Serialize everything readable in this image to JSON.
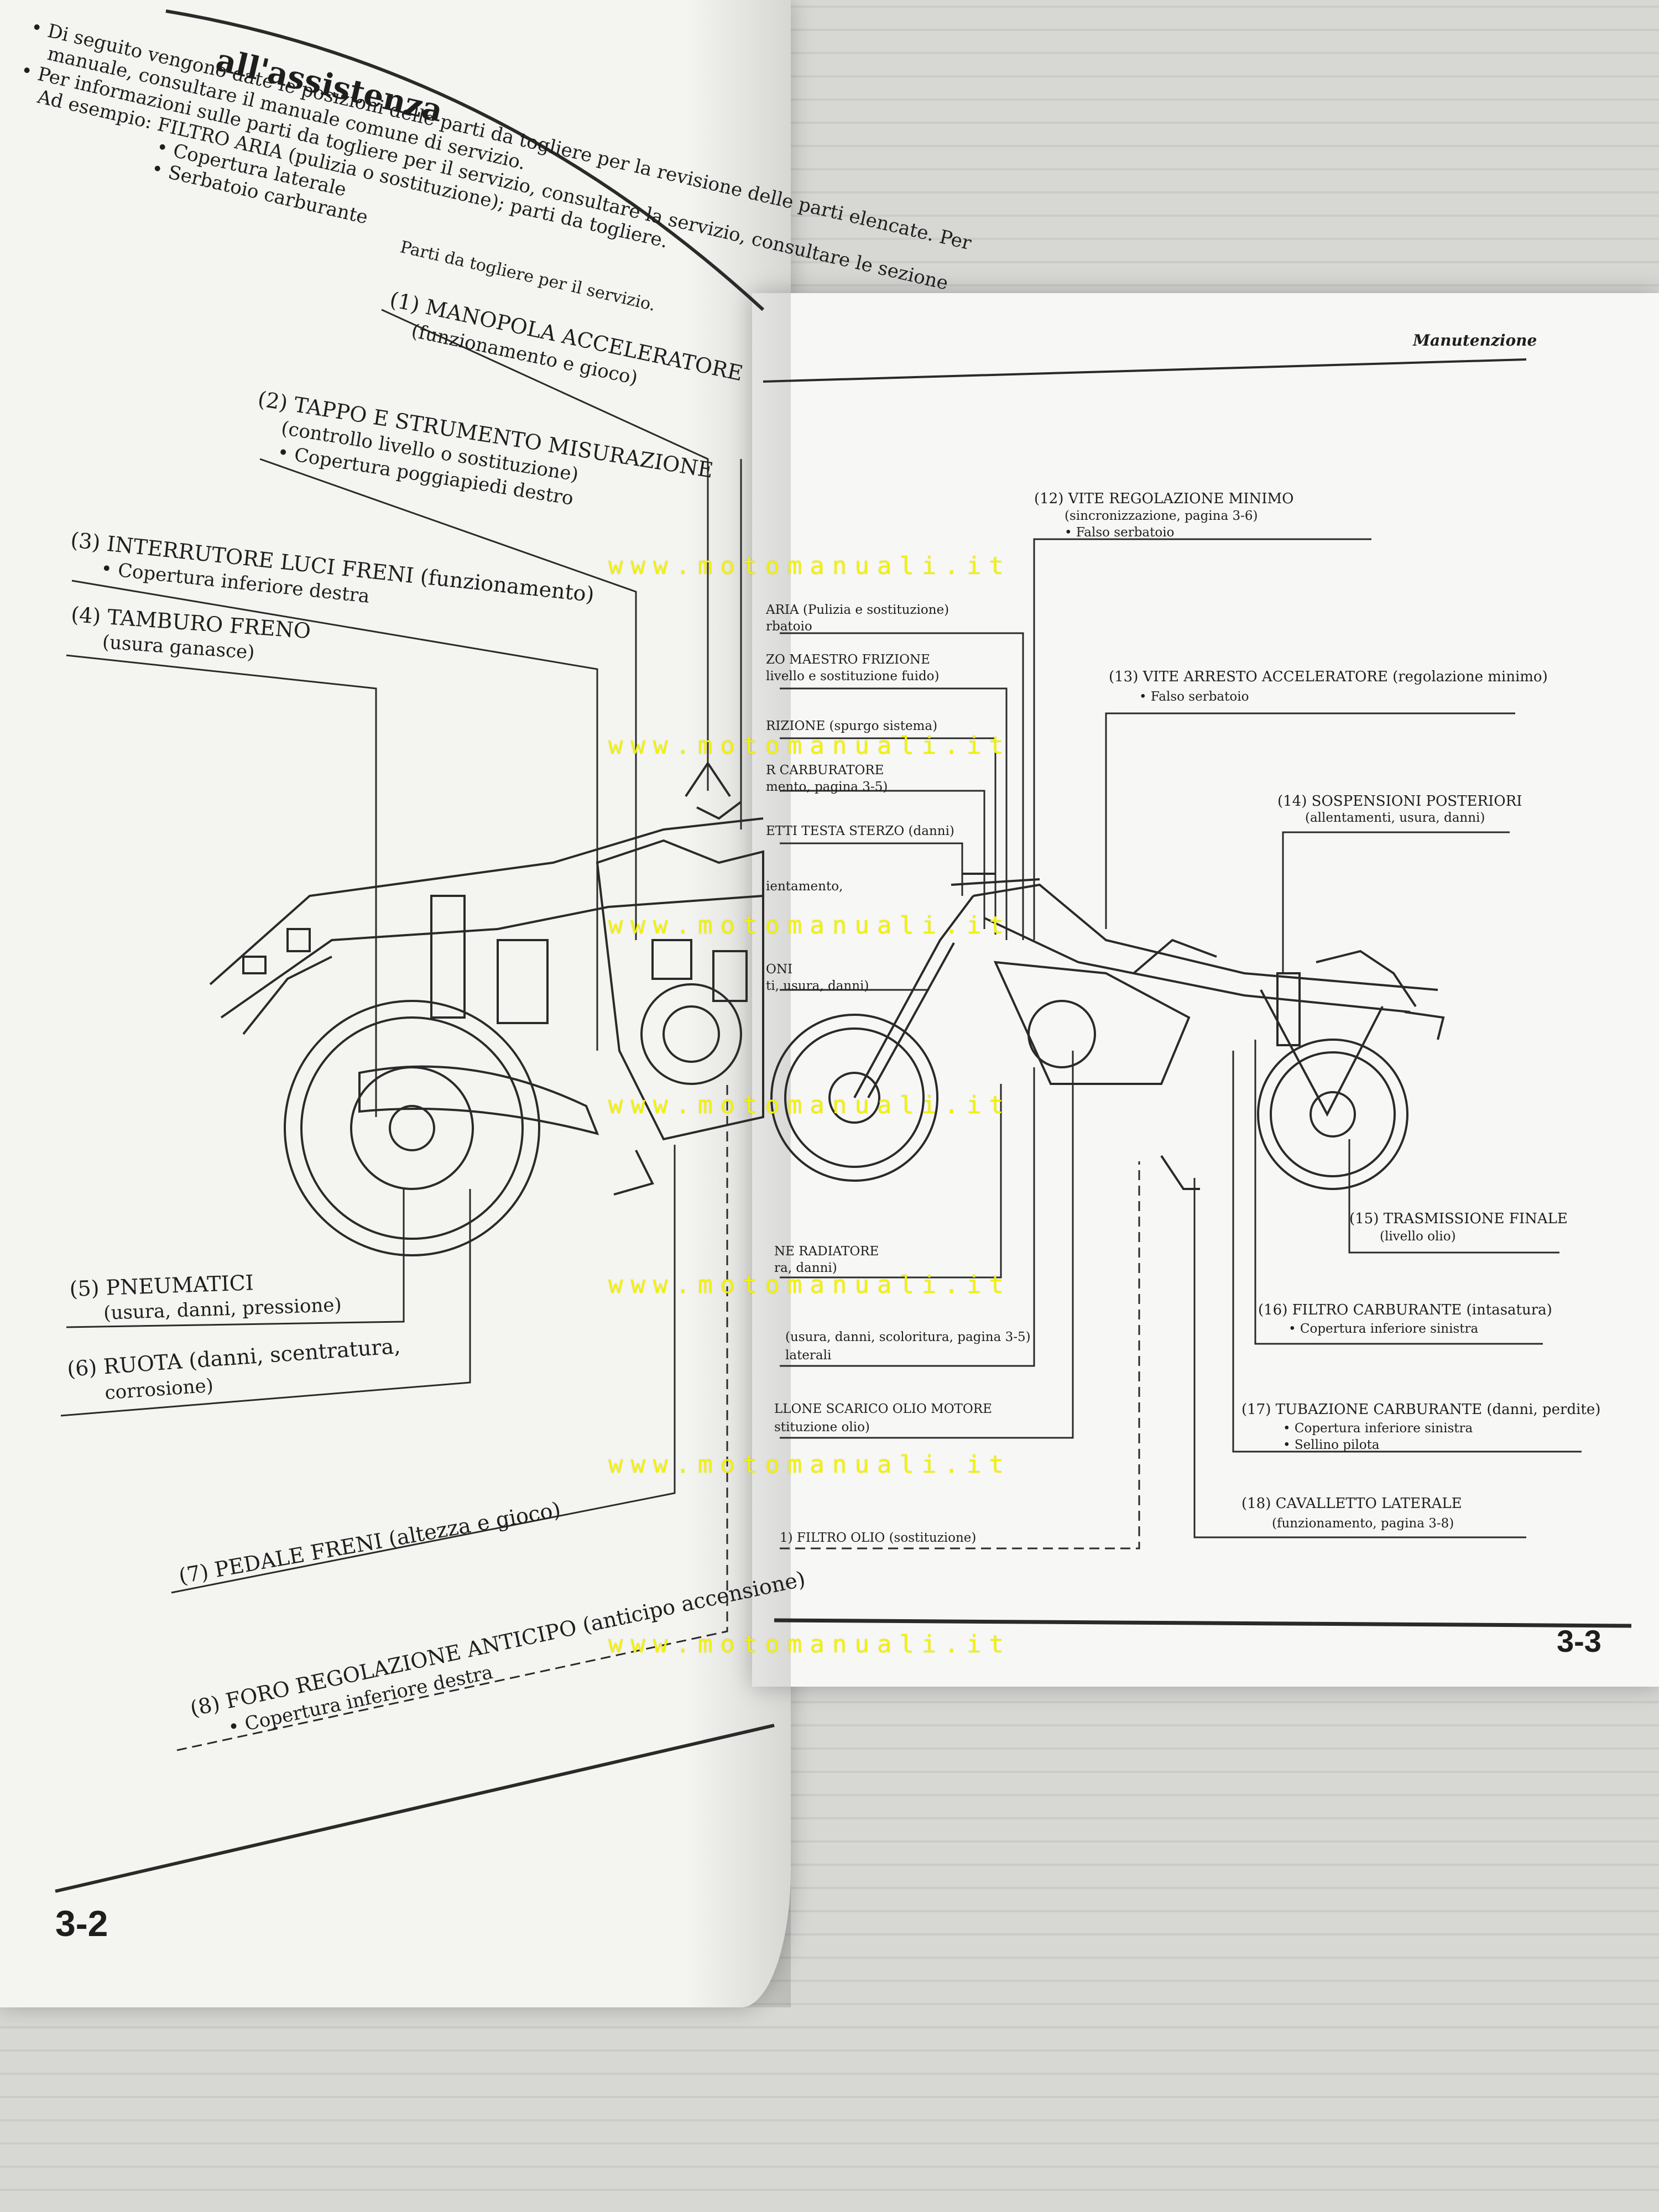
{
  "left_page": {
    "heading": "all'assistenza",
    "intro_lines": [
      "• Di seguito vengono date le posizioni delle parti da togliere per la revisione delle parti elencate. Per",
      "manuale, consultare il manuale comune di servizio.",
      "• Per informazioni sulle parti da togliere per il servizio, consultare la servizio, consultare le sezione",
      "Ad esempio: FILTRO ARIA (pulizia o sostituzione); parti da togliere.",
      "• Copertura laterale",
      "• Serbatoio carburante",
      "Parti da togliere per il servizio."
    ],
    "labels": [
      {
        "title": "(1) MANOPOLA ACCELERATORE",
        "sub": "(funzionamento e gioco)"
      },
      {
        "title": "(2) TAPPO E STRUMENTO MISURAZIONE",
        "sub": "(controllo livello o sostituzione)",
        "sub2": "• Copertura poggiapiedi destro"
      },
      {
        "title": "(3) INTERRUTORE LUCI FRENI (funzionamento)",
        "sub": "• Copertura inferiore destra"
      },
      {
        "title": "(4) TAMBURO FRENO",
        "sub": "(usura ganasce)"
      },
      {
        "title": "(5) PNEUMATICI",
        "sub": "(usura, danni, pressione)"
      },
      {
        "title": "(6) RUOTA (danni, scentratura,",
        "sub": "corrosione)"
      },
      {
        "title": "(7) PEDALE FRENI (altezza e gioco)"
      },
      {
        "title": "(8) FORO REGOLAZIONE ANTICIPO (anticipo accensione)",
        "sub": "• Copertura inferiore destra"
      }
    ],
    "page_number": "3-2"
  },
  "right_page": {
    "header": "Manutenzione",
    "labels": [
      {
        "title": "(12) VITE REGOLAZIONE MINIMO",
        "sub": "(sincronizzazione, pagina 3-6)",
        "sub2": "• Falso serbatoio"
      },
      {
        "title": "(13) VITE ARRESTO ACCELERATORE (regolazione minimo)",
        "sub": "• Falso serbatoio"
      },
      {
        "title": "(14) SOSPENSIONI POSTERIORI",
        "sub": "(allentamenti, usura, danni)"
      },
      {
        "title": "(15) TRASMISSIONE FINALE",
        "sub": "(livello olio)"
      },
      {
        "title": "(16) FILTRO CARBURANTE (intasatura)",
        "sub": "• Copertura inferiore sinistra"
      },
      {
        "title": "(17) TUBAZIONE CARBURANTE (danni, perdite)",
        "sub": "• Copertura inferiore sinistra",
        "sub2": "• Sellino pilota"
      },
      {
        "title": "(18) CAVALLETTO LATERALE",
        "sub": "(funzionamento, pagina 3-8)"
      }
    ],
    "partial_labels": [
      "ARIA (Pulizia e sostituzione)",
      "rbatoio",
      "ZO MAESTRO FRIZIONE",
      "livello e sostituzione fuido)",
      "RIZIONE (spurgo sistema)",
      "R CARBURATORE",
      "mento, pagina 3-5)",
      "ETTI TESTA STERZO (danni)",
      "ientamento,",
      "ONI",
      "ti, usura, danni)",
      "NE RADIATORE",
      "ra, danni)",
      "(usura, danni, scoloritura, pagina 3-5)",
      "laterali",
      "LLONE SCARICO OLIO MOTORE",
      "stituzione olio)",
      "1) FILTRO OLIO (sostituzione)"
    ],
    "page_number": "3-3"
  },
  "watermark": "www.motomanuali.it"
}
